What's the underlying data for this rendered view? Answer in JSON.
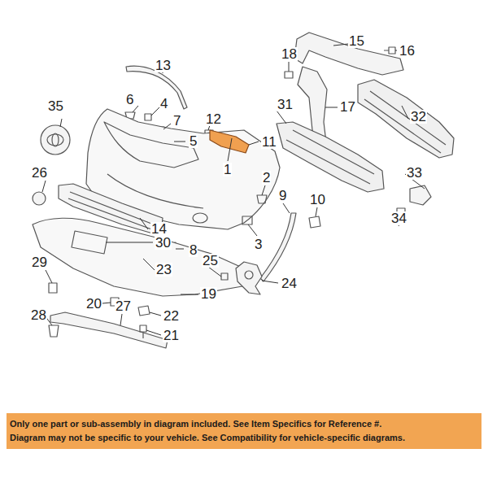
{
  "diagram": {
    "nodes": [
      {
        "text": [
          "Only one part or sub-assembly in diagram included. See Item Specifics for Reference #.",
          "Diagram may not be specific to your vehicle. See Compatibility for vehicle-specific diagrams."
        ]
      }
    ],
    "labels": [
      "13",
      "15",
      "16",
      "18",
      "6",
      "4",
      "35",
      "17",
      "31",
      "32",
      "12",
      "7",
      "5",
      "11",
      "1",
      "26",
      "2",
      "33",
      "9",
      "10",
      "14",
      "34",
      "3",
      "30",
      "8",
      "23",
      "29",
      "25",
      "24",
      "19",
      "20",
      "22",
      "28",
      "27",
      "21"
    ]
  }
}
